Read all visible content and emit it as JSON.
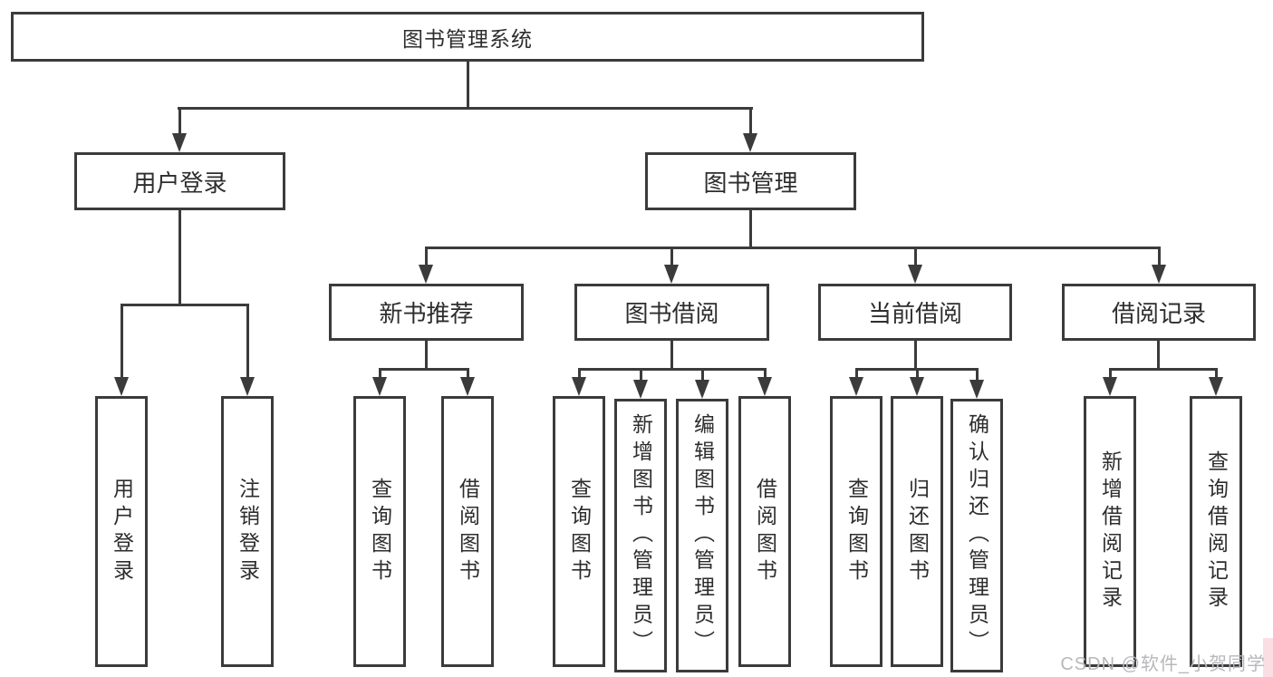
{
  "colors": {
    "line": "#3b3b3b",
    "text": "#2d2d2d",
    "watermark": "#b8b8bc",
    "background": "#ffffff",
    "pink_edge": "#fadee3"
  },
  "diagram": {
    "root": {
      "label": "图书管理系统"
    },
    "branches": [
      {
        "label": "用户登录",
        "children": [
          {
            "label": "用户登录"
          },
          {
            "label": "注销登录"
          }
        ]
      },
      {
        "label": "图书管理",
        "children": [
          {
            "label": "新书推荐",
            "children": [
              {
                "label": "查询图书"
              },
              {
                "label": "借阅图书"
              }
            ]
          },
          {
            "label": "图书借阅",
            "children": [
              {
                "label": "查询图书"
              },
              {
                "label": "新增图书（管理员）"
              },
              {
                "label": "编辑图书（管理员）"
              },
              {
                "label": "借阅图书"
              }
            ]
          },
          {
            "label": "当前借阅",
            "children": [
              {
                "label": "查询图书"
              },
              {
                "label": "归还图书"
              },
              {
                "label": "确认归还（管理员）"
              }
            ]
          },
          {
            "label": "借阅记录",
            "children": [
              {
                "label": "新增借阅记录"
              },
              {
                "label": "查询借阅记录"
              }
            ]
          }
        ]
      }
    ]
  },
  "watermark": {
    "text": "CSDN @软件_小贺同学"
  }
}
